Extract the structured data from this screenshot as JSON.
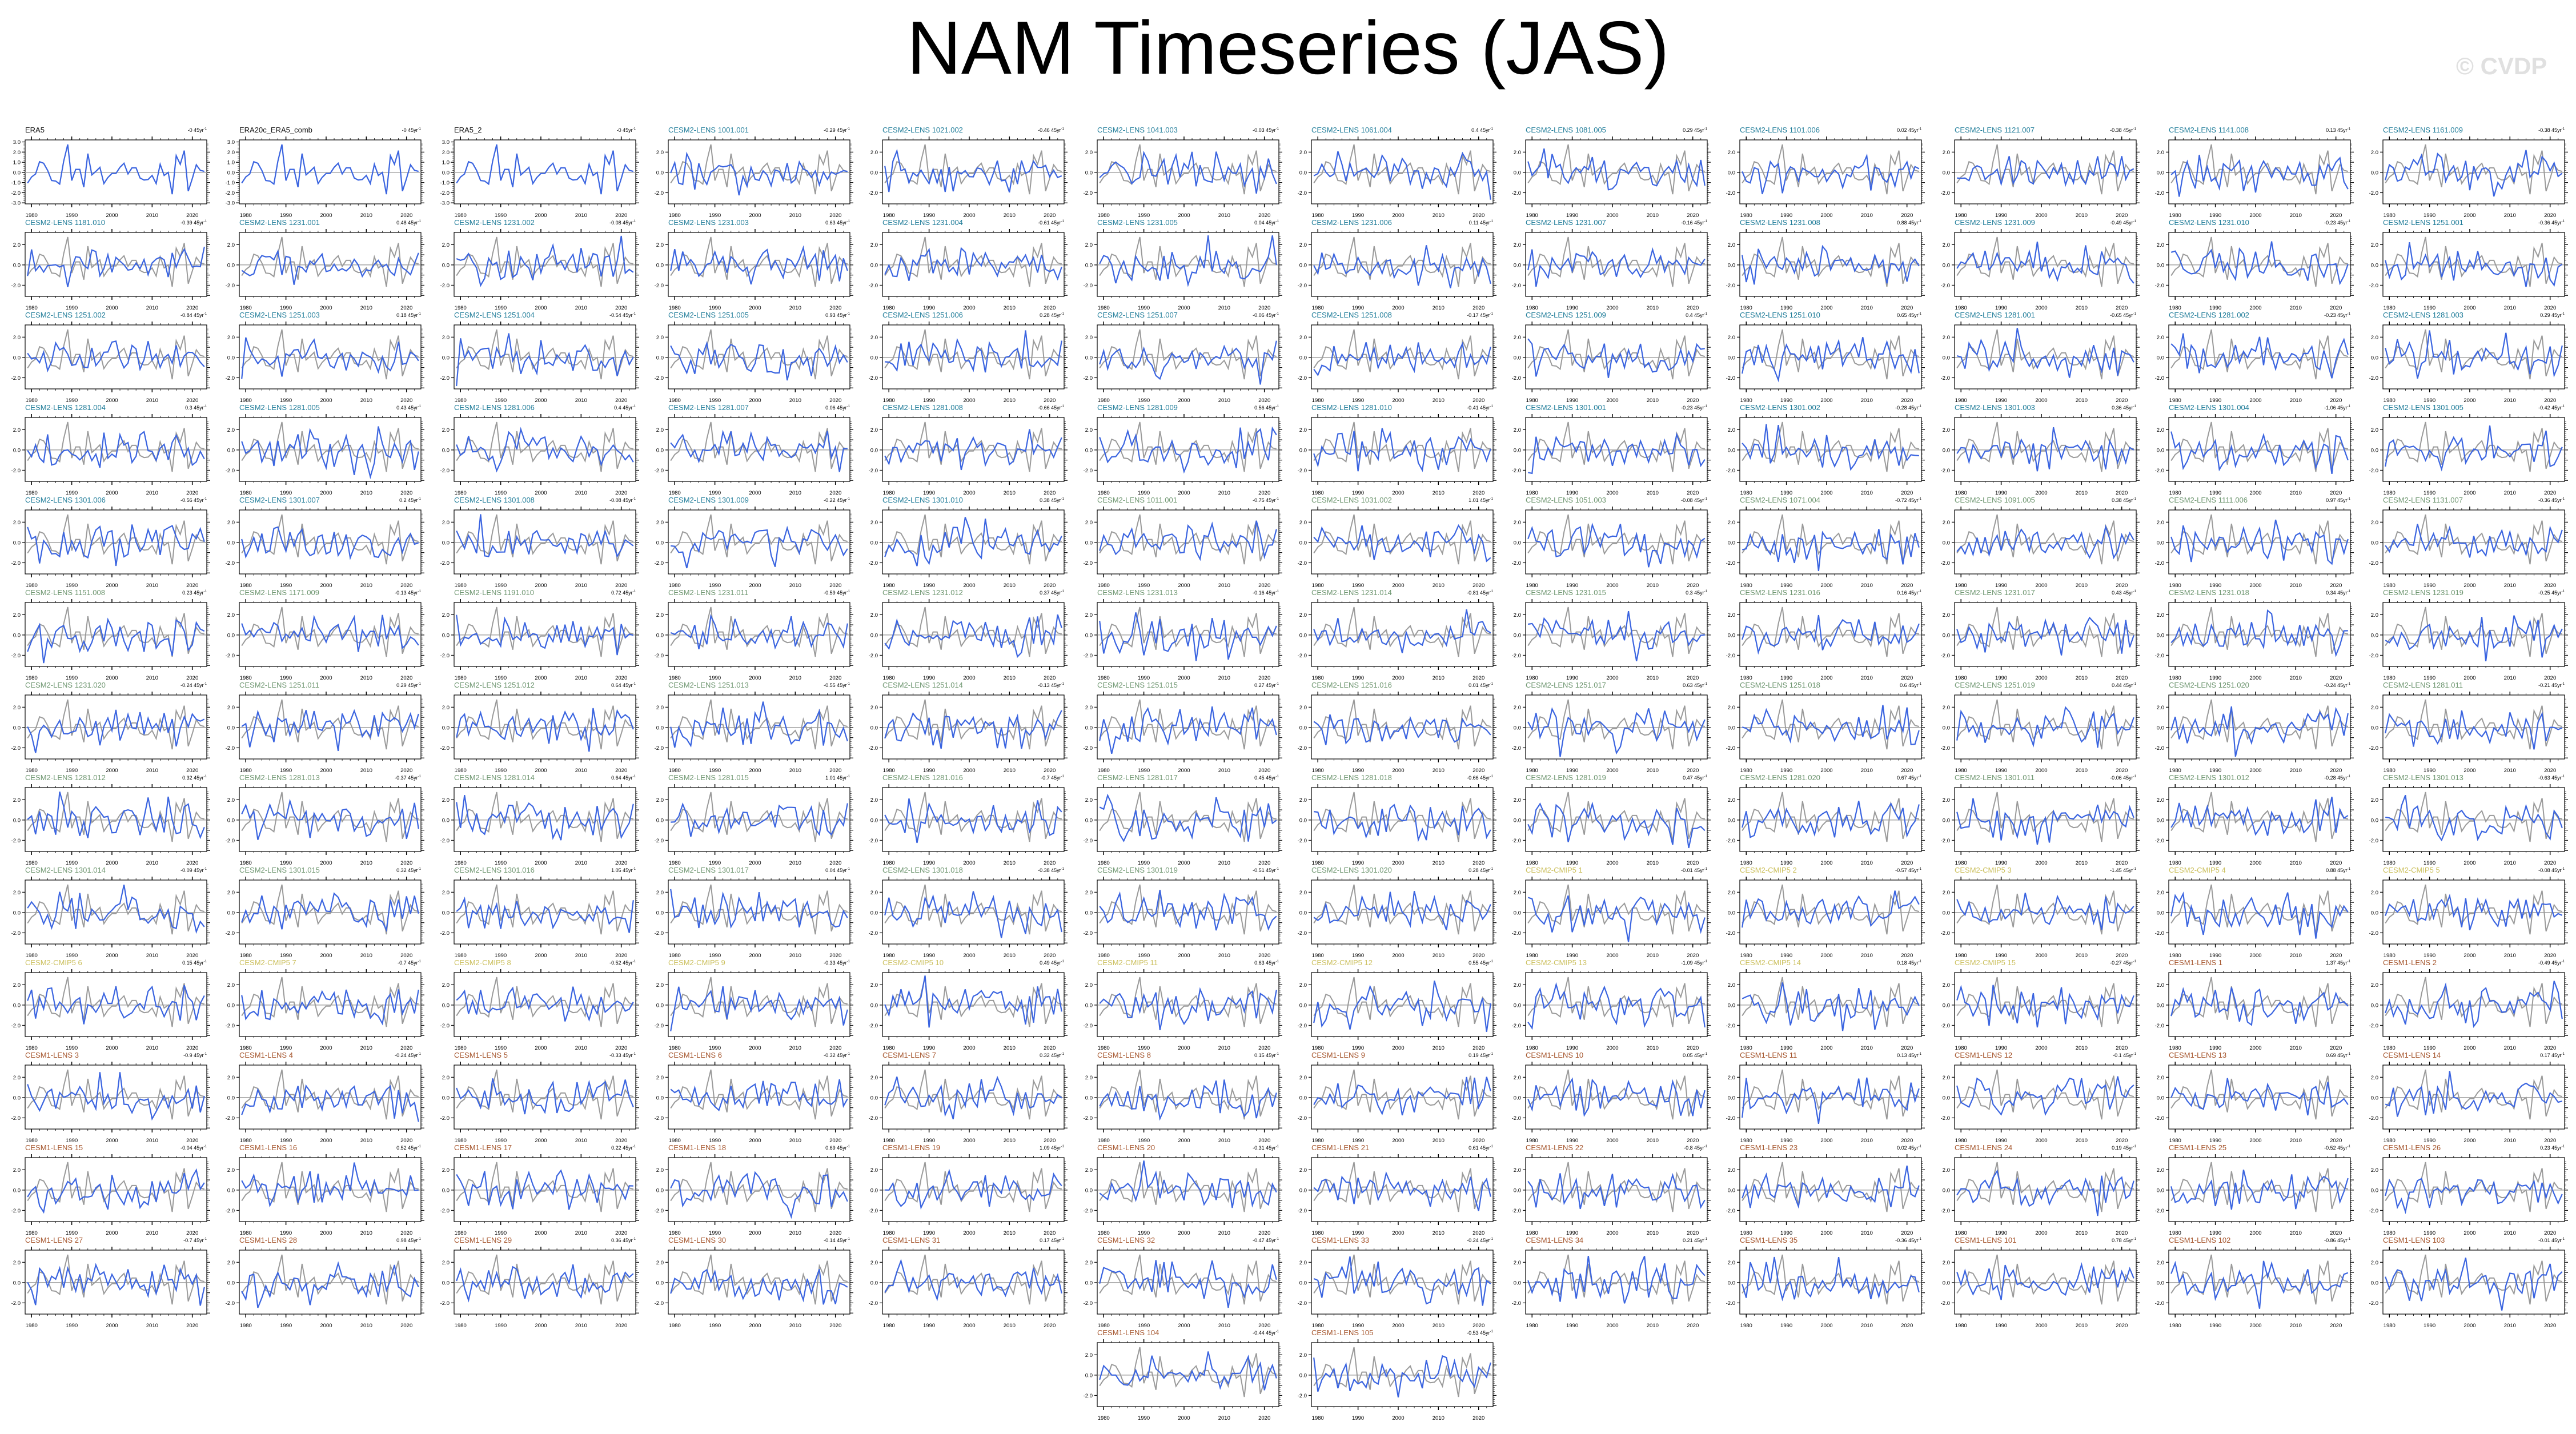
{
  "header": {
    "title": "NAM Timeseries (JAS)",
    "watermark": "© CVDP"
  },
  "chart_data": {
    "type": "line",
    "title": "NAM Timeseries (JAS)",
    "xticks": [
      "1980",
      "1990",
      "2000",
      "2010",
      "2020"
    ],
    "xlim": [
      1979,
      2023
    ],
    "yticks_obs": [
      "3.0",
      "2.0",
      "1.0",
      "0.0",
      "-1.0",
      "-2.0",
      "-3.0"
    ],
    "yticks": [
      "2.0",
      "0.0",
      "-2.0"
    ],
    "ylim": [
      -3.1,
      3.2
    ],
    "trend_unit": "45yr",
    "trend_exp": "-1",
    "group_colors": {
      "obs": "#111111",
      "c2a": "#1f7c99",
      "c2b": "#6e9670",
      "cmip5": "#cbbf5c",
      "c1": "#a4532a"
    },
    "series_colors": {
      "model": "#3a64e0",
      "obs": "#9a9a9a"
    },
    "obs_series": {
      "name": "ERA5",
      "x": [
        1979,
        1980,
        1981,
        1982,
        1983,
        1984,
        1985,
        1986,
        1987,
        1988,
        1989,
        1990,
        1991,
        1992,
        1993,
        1994,
        1995,
        1996,
        1997,
        1998,
        1999,
        2000,
        2001,
        2002,
        2003,
        2004,
        2005,
        2006,
        2007,
        2008,
        2009,
        2010,
        2011,
        2012,
        2013,
        2014,
        2015,
        2016,
        2017,
        2018,
        2019,
        2020,
        2021,
        2022,
        2023
      ],
      "y": [
        -1.05,
        -0.45,
        -0.15,
        1.05,
        0.9,
        0.2,
        -0.8,
        -0.85,
        -1.15,
        1.1,
        2.75,
        -0.8,
        0.3,
        0.3,
        -1.45,
        1.85,
        -0.25,
        0.1,
        0.5,
        -1.1,
        -0.5,
        -0.1,
        -0.1,
        0.5,
        0.9,
        -0.15,
        0.45,
        0.45,
        -0.55,
        -0.75,
        -0.7,
        -0.3,
        -1.1,
        0.8,
        -0.3,
        0.0,
        -2.15,
        1.65,
        0.8,
        2.15,
        -1.85,
        -0.6,
        0.75,
        0.2,
        0.1
      ]
    },
    "panels": [
      {
        "t": "ERA5",
        "v": "-0",
        "g": "obs"
      },
      {
        "t": "ERA20c_ERA5_comb",
        "v": "-0",
        "g": "obs"
      },
      {
        "t": "ERA5_2",
        "v": "-0",
        "g": "obs"
      },
      {
        "t": "CESM2-LENS 1001.001",
        "v": "-0.29",
        "g": "c2a"
      },
      {
        "t": "CESM2-LENS 1021.002",
        "v": "-0.46",
        "g": "c2a"
      },
      {
        "t": "CESM2-LENS 1041.003",
        "v": "-0.03",
        "g": "c2a"
      },
      {
        "t": "CESM2-LENS 1061.004",
        "v": "0.4",
        "g": "c2a"
      },
      {
        "t": "CESM2-LENS 1081.005",
        "v": "0.29",
        "g": "c2a"
      },
      {
        "t": "CESM2-LENS 1101.006",
        "v": "0.02",
        "g": "c2a"
      },
      {
        "t": "CESM2-LENS 1121.007",
        "v": "-0.38",
        "g": "c2a"
      },
      {
        "t": "CESM2-LENS 1141.008",
        "v": "0.13",
        "g": "c2a"
      },
      {
        "t": "CESM2-LENS 1161.009",
        "v": "-0.38",
        "g": "c2a"
      },
      {
        "t": "CESM2-LENS 1181.010",
        "v": "-0.39",
        "g": "c2a"
      },
      {
        "t": "CESM2-LENS 1231.001",
        "v": "0.48",
        "g": "c2a"
      },
      {
        "t": "CESM2-LENS 1231.002",
        "v": "-0.08",
        "g": "c2a"
      },
      {
        "t": "CESM2-LENS 1231.003",
        "v": "0.63",
        "g": "c2a"
      },
      {
        "t": "CESM2-LENS 1231.004",
        "v": "-0.61",
        "g": "c2a"
      },
      {
        "t": "CESM2-LENS 1231.005",
        "v": "0.04",
        "g": "c2a"
      },
      {
        "t": "CESM2-LENS 1231.006",
        "v": "0.11",
        "g": "c2a"
      },
      {
        "t": "CESM2-LENS 1231.007",
        "v": "-0.16",
        "g": "c2a"
      },
      {
        "t": "CESM2-LENS 1231.008",
        "v": "0.88",
        "g": "c2a"
      },
      {
        "t": "CESM2-LENS 1231.009",
        "v": "-0.49",
        "g": "c2a"
      },
      {
        "t": "CESM2-LENS 1231.010",
        "v": "-0.23",
        "g": "c2a"
      },
      {
        "t": "CESM2-LENS 1251.001",
        "v": "-0.36",
        "g": "c2a"
      },
      {
        "t": "CESM2-LENS 1251.002",
        "v": "-0.84",
        "g": "c2a"
      },
      {
        "t": "CESM2-LENS 1251.003",
        "v": "0.18",
        "g": "c2a"
      },
      {
        "t": "CESM2-LENS 1251.004",
        "v": "-0.54",
        "g": "c2a"
      },
      {
        "t": "CESM2-LENS 1251.005",
        "v": "0.93",
        "g": "c2a"
      },
      {
        "t": "CESM2-LENS 1251.006",
        "v": "0.28",
        "g": "c2a"
      },
      {
        "t": "CESM2-LENS 1251.007",
        "v": "-0.06",
        "g": "c2a"
      },
      {
        "t": "CESM2-LENS 1251.008",
        "v": "-0.17",
        "g": "c2a"
      },
      {
        "t": "CESM2-LENS 1251.009",
        "v": "0.4",
        "g": "c2a"
      },
      {
        "t": "CESM2-LENS 1251.010",
        "v": "0.65",
        "g": "c2a"
      },
      {
        "t": "CESM2-LENS 1281.001",
        "v": "-0.65",
        "g": "c2a"
      },
      {
        "t": "CESM2-LENS 1281.002",
        "v": "-0.23",
        "g": "c2a"
      },
      {
        "t": "CESM2-LENS 1281.003",
        "v": "0.29",
        "g": "c2a"
      },
      {
        "t": "CESM2-LENS 1281.004",
        "v": "0.3",
        "g": "c2a"
      },
      {
        "t": "CESM2-LENS 1281.005",
        "v": "0.43",
        "g": "c2a"
      },
      {
        "t": "CESM2-LENS 1281.006",
        "v": "0.4",
        "g": "c2a"
      },
      {
        "t": "CESM2-LENS 1281.007",
        "v": "0.06",
        "g": "c2a"
      },
      {
        "t": "CESM2-LENS 1281.008",
        "v": "-0.66",
        "g": "c2a"
      },
      {
        "t": "CESM2-LENS 1281.009",
        "v": "0.56",
        "g": "c2a"
      },
      {
        "t": "CESM2-LENS 1281.010",
        "v": "-0.41",
        "g": "c2a"
      },
      {
        "t": "CESM2-LENS 1301.001",
        "v": "-0.23",
        "g": "c2a"
      },
      {
        "t": "CESM2-LENS 1301.002",
        "v": "-0.28",
        "g": "c2a"
      },
      {
        "t": "CESM2-LENS 1301.003",
        "v": "0.36",
        "g": "c2a"
      },
      {
        "t": "CESM2-LENS 1301.004",
        "v": "-1.06",
        "g": "c2a"
      },
      {
        "t": "CESM2-LENS 1301.005",
        "v": "-0.42",
        "g": "c2a"
      },
      {
        "t": "CESM2-LENS 1301.006",
        "v": "-0.56",
        "g": "c2a"
      },
      {
        "t": "CESM2-LENS 1301.007",
        "v": "0.2",
        "g": "c2a"
      },
      {
        "t": "CESM2-LENS 1301.008",
        "v": "-0.08",
        "g": "c2a"
      },
      {
        "t": "CESM2-LENS 1301.009",
        "v": "-0.22",
        "g": "c2a"
      },
      {
        "t": "CESM2-LENS 1301.010",
        "v": "0.38",
        "g": "c2a"
      },
      {
        "t": "CESM2-LENS 1011.001",
        "v": "-0.75",
        "g": "c2b"
      },
      {
        "t": "CESM2-LENS 1031.002",
        "v": "1.01",
        "g": "c2b"
      },
      {
        "t": "CESM2-LENS 1051.003",
        "v": "-0.08",
        "g": "c2b"
      },
      {
        "t": "CESM2-LENS 1071.004",
        "v": "-0.72",
        "g": "c2b"
      },
      {
        "t": "CESM2-LENS 1091.005",
        "v": "0.38",
        "g": "c2b"
      },
      {
        "t": "CESM2-LENS 1111.006",
        "v": "0.97",
        "g": "c2b"
      },
      {
        "t": "CESM2-LENS 1131.007",
        "v": "-0.36",
        "g": "c2b"
      },
      {
        "t": "CESM2-LENS 1151.008",
        "v": "0.23",
        "g": "c2b"
      },
      {
        "t": "CESM2-LENS 1171.009",
        "v": "-0.13",
        "g": "c2b"
      },
      {
        "t": "CESM2-LENS 1191.010",
        "v": "0.72",
        "g": "c2b"
      },
      {
        "t": "CESM2-LENS 1231.011",
        "v": "-0.59",
        "g": "c2b"
      },
      {
        "t": "CESM2-LENS 1231.012",
        "v": "0.37",
        "g": "c2b"
      },
      {
        "t": "CESM2-LENS 1231.013",
        "v": "-0.16",
        "g": "c2b"
      },
      {
        "t": "CESM2-LENS 1231.014",
        "v": "-0.81",
        "g": "c2b"
      },
      {
        "t": "CESM2-LENS 1231.015",
        "v": "0.3",
        "g": "c2b"
      },
      {
        "t": "CESM2-LENS 1231.016",
        "v": "0.16",
        "g": "c2b"
      },
      {
        "t": "CESM2-LENS 1231.017",
        "v": "0.43",
        "g": "c2b"
      },
      {
        "t": "CESM2-LENS 1231.018",
        "v": "0.34",
        "g": "c2b"
      },
      {
        "t": "CESM2-LENS 1231.019",
        "v": "-0.25",
        "g": "c2b"
      },
      {
        "t": "CESM2-LENS 1231.020",
        "v": "-0.24",
        "g": "c2b"
      },
      {
        "t": "CESM2-LENS 1251.011",
        "v": "0.29",
        "g": "c2b"
      },
      {
        "t": "CESM2-LENS 1251.012",
        "v": "0.64",
        "g": "c2b"
      },
      {
        "t": "CESM2-LENS 1251.013",
        "v": "-0.55",
        "g": "c2b"
      },
      {
        "t": "CESM2-LENS 1251.014",
        "v": "-0.13",
        "g": "c2b"
      },
      {
        "t": "CESM2-LENS 1251.015",
        "v": "0.27",
        "g": "c2b"
      },
      {
        "t": "CESM2-LENS 1251.016",
        "v": "0.01",
        "g": "c2b"
      },
      {
        "t": "CESM2-LENS 1251.017",
        "v": "0.63",
        "g": "c2b"
      },
      {
        "t": "CESM2-LENS 1251.018",
        "v": "0.6",
        "g": "c2b"
      },
      {
        "t": "CESM2-LENS 1251.019",
        "v": "0.44",
        "g": "c2b"
      },
      {
        "t": "CESM2-LENS 1251.020",
        "v": "-0.24",
        "g": "c2b"
      },
      {
        "t": "CESM2-LENS 1281.011",
        "v": "-0.21",
        "g": "c2b"
      },
      {
        "t": "CESM2-LENS 1281.012",
        "v": "0.32",
        "g": "c2b"
      },
      {
        "t": "CESM2-LENS 1281.013",
        "v": "-0.37",
        "g": "c2b"
      },
      {
        "t": "CESM2-LENS 1281.014",
        "v": "0.64",
        "g": "c2b"
      },
      {
        "t": "CESM2-LENS 1281.015",
        "v": "1.01",
        "g": "c2b"
      },
      {
        "t": "CESM2-LENS 1281.016",
        "v": "-0.7",
        "g": "c2b"
      },
      {
        "t": "CESM2-LENS 1281.017",
        "v": "0.45",
        "g": "c2b"
      },
      {
        "t": "CESM2-LENS 1281.018",
        "v": "-0.66",
        "g": "c2b"
      },
      {
        "t": "CESM2-LENS 1281.019",
        "v": "0.47",
        "g": "c2b"
      },
      {
        "t": "CESM2-LENS 1281.020",
        "v": "0.67",
        "g": "c2b"
      },
      {
        "t": "CESM2-LENS 1301.011",
        "v": "-0.06",
        "g": "c2b"
      },
      {
        "t": "CESM2-LENS 1301.012",
        "v": "-0.28",
        "g": "c2b"
      },
      {
        "t": "CESM2-LENS 1301.013",
        "v": "-0.63",
        "g": "c2b"
      },
      {
        "t": "CESM2-LENS 1301.014",
        "v": "-0.09",
        "g": "c2b"
      },
      {
        "t": "CESM2-LENS 1301.015",
        "v": "0.32",
        "g": "c2b"
      },
      {
        "t": "CESM2-LENS 1301.016",
        "v": "1.05",
        "g": "c2b"
      },
      {
        "t": "CESM2-LENS 1301.017",
        "v": "0.04",
        "g": "c2b"
      },
      {
        "t": "CESM2-LENS 1301.018",
        "v": "-0.38",
        "g": "c2b"
      },
      {
        "t": "CESM2-LENS 1301.019",
        "v": "-0.51",
        "g": "c2b"
      },
      {
        "t": "CESM2-LENS 1301.020",
        "v": "0.28",
        "g": "c2b"
      },
      {
        "t": "CESM2-CMIP5 1",
        "v": "-0.01",
        "g": "cmip5"
      },
      {
        "t": "CESM2-CMIP5 2",
        "v": "-0.57",
        "g": "cmip5"
      },
      {
        "t": "CESM2-CMIP5 3",
        "v": "-1.45",
        "g": "cmip5"
      },
      {
        "t": "CESM2-CMIP5 4",
        "v": "0.88",
        "g": "cmip5"
      },
      {
        "t": "CESM2-CMIP5 5",
        "v": "-0.08",
        "g": "cmip5"
      },
      {
        "t": "CESM2-CMIP5 6",
        "v": "0.15",
        "g": "cmip5"
      },
      {
        "t": "CESM2-CMIP5 7",
        "v": "-0.7",
        "g": "cmip5"
      },
      {
        "t": "CESM2-CMIP5 8",
        "v": "-0.52",
        "g": "cmip5"
      },
      {
        "t": "CESM2-CMIP5 9",
        "v": "-0.33",
        "g": "cmip5"
      },
      {
        "t": "CESM2-CMIP5 10",
        "v": "0.49",
        "g": "cmip5"
      },
      {
        "t": "CESM2-CMIP5 11",
        "v": "0.63",
        "g": "cmip5"
      },
      {
        "t": "CESM2-CMIP5 12",
        "v": "0.55",
        "g": "cmip5"
      },
      {
        "t": "CESM2-CMIP5 13",
        "v": "-1.09",
        "g": "cmip5"
      },
      {
        "t": "CESM2-CMIP5 14",
        "v": "0.18",
        "g": "cmip5"
      },
      {
        "t": "CESM2-CMIP5 15",
        "v": "-0.27",
        "g": "cmip5"
      },
      {
        "t": "CESM1-LENS 1",
        "v": "1.37",
        "g": "c1"
      },
      {
        "t": "CESM1-LENS 2",
        "v": "-0.49",
        "g": "c1"
      },
      {
        "t": "CESM1-LENS 3",
        "v": "-0.9",
        "g": "c1"
      },
      {
        "t": "CESM1-LENS 4",
        "v": "-0.24",
        "g": "c1"
      },
      {
        "t": "CESM1-LENS 5",
        "v": "-0.33",
        "g": "c1"
      },
      {
        "t": "CESM1-LENS 6",
        "v": "-0.32",
        "g": "c1"
      },
      {
        "t": "CESM1-LENS 7",
        "v": "0.32",
        "g": "c1"
      },
      {
        "t": "CESM1-LENS 8",
        "v": "0.15",
        "g": "c1"
      },
      {
        "t": "CESM1-LENS 9",
        "v": "0.19",
        "g": "c1"
      },
      {
        "t": "CESM1-LENS 10",
        "v": "0.05",
        "g": "c1"
      },
      {
        "t": "CESM1-LENS 11",
        "v": "0.13",
        "g": "c1"
      },
      {
        "t": "CESM1-LENS 12",
        "v": "-0.1",
        "g": "c1"
      },
      {
        "t": "CESM1-LENS 13",
        "v": "0.69",
        "g": "c1"
      },
      {
        "t": "CESM1-LENS 14",
        "v": "0.17",
        "g": "c1"
      },
      {
        "t": "CESM1-LENS 15",
        "v": "-0.04",
        "g": "c1"
      },
      {
        "t": "CESM1-LENS 16",
        "v": "0.52",
        "g": "c1"
      },
      {
        "t": "CESM1-LENS 17",
        "v": "0.22",
        "g": "c1"
      },
      {
        "t": "CESM1-LENS 18",
        "v": "0.69",
        "g": "c1"
      },
      {
        "t": "CESM1-LENS 19",
        "v": "1.09",
        "g": "c1"
      },
      {
        "t": "CESM1-LENS 20",
        "v": "-0.31",
        "g": "c1"
      },
      {
        "t": "CESM1-LENS 21",
        "v": "0.61",
        "g": "c1"
      },
      {
        "t": "CESM1-LENS 22",
        "v": "-0.8",
        "g": "c1"
      },
      {
        "t": "CESM1-LENS 23",
        "v": "0.02",
        "g": "c1"
      },
      {
        "t": "CESM1-LENS 24",
        "v": "0.19",
        "g": "c1"
      },
      {
        "t": "CESM1-LENS 25",
        "v": "-0.52",
        "g": "c1"
      },
      {
        "t": "CESM1-LENS 26",
        "v": "0.23",
        "g": "c1"
      },
      {
        "t": "CESM1-LENS 27",
        "v": "-0.7",
        "g": "c1"
      },
      {
        "t": "CESM1-LENS 28",
        "v": "0.98",
        "g": "c1"
      },
      {
        "t": "CESM1-LENS 29",
        "v": "0.36",
        "g": "c1"
      },
      {
        "t": "CESM1-LENS 30",
        "v": "-0.14",
        "g": "c1"
      },
      {
        "t": "CESM1-LENS 31",
        "v": "0.17",
        "g": "c1"
      },
      {
        "t": "CESM1-LENS 32",
        "v": "-0.47",
        "g": "c1"
      },
      {
        "t": "CESM1-LENS 33",
        "v": "-0.24",
        "g": "c1"
      },
      {
        "t": "CESM1-LENS 34",
        "v": "0.21",
        "g": "c1"
      },
      {
        "t": "CESM1-LENS 35",
        "v": "-0.36",
        "g": "c1"
      },
      {
        "t": "CESM1-LENS 101",
        "v": "0.78",
        "g": "c1"
      },
      {
        "t": "CESM1-LENS 102",
        "v": "-0.86",
        "g": "c1"
      },
      {
        "t": "CESM1-LENS 103",
        "v": "-0.01",
        "g": "c1"
      },
      {
        "t": "CESM1-LENS 104",
        "v": "-0.44",
        "g": "c1"
      },
      {
        "t": "CESM1-LENS 105",
        "v": "-0.53",
        "g": "c1"
      }
    ]
  }
}
